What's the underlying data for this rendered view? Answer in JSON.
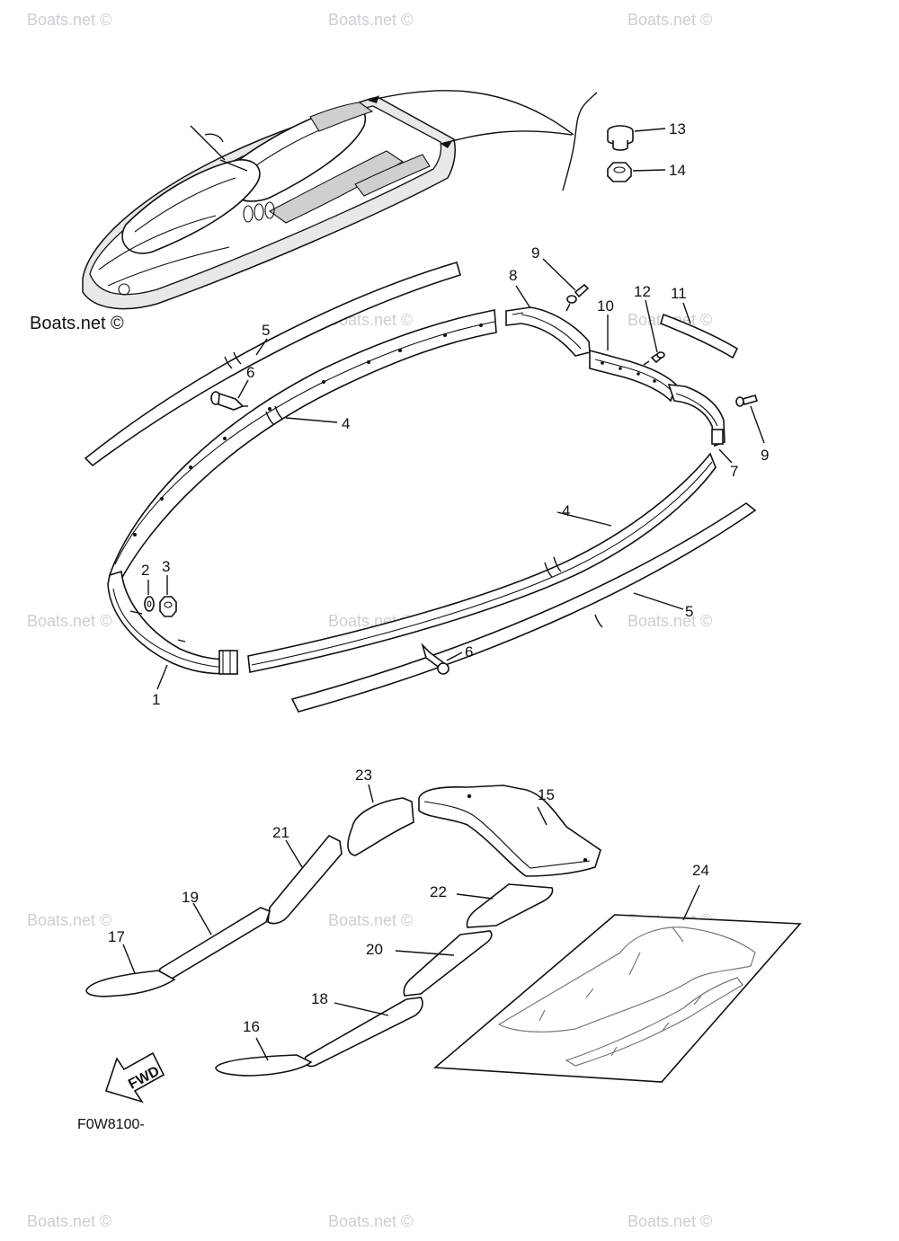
{
  "watermark": "Boats.net ©",
  "brand_label": "Boats.net ©",
  "figure_code": "F0W8100-",
  "fwd_label": "FWD",
  "callouts": {
    "c1": "1",
    "c2": "2",
    "c3": "3",
    "c4a": "4",
    "c4b": "4",
    "c5a": "5",
    "c5b": "5",
    "c6a": "6",
    "c6b": "6",
    "c7": "7",
    "c8": "8",
    "c9a": "9",
    "c9b": "9",
    "c10": "10",
    "c11": "11",
    "c12": "12",
    "c13": "13",
    "c14": "14",
    "c15": "15",
    "c16": "16",
    "c17": "17",
    "c18": "18",
    "c19": "19",
    "c20": "20",
    "c21": "21",
    "c22": "22",
    "c23": "23",
    "c24": "24"
  }
}
